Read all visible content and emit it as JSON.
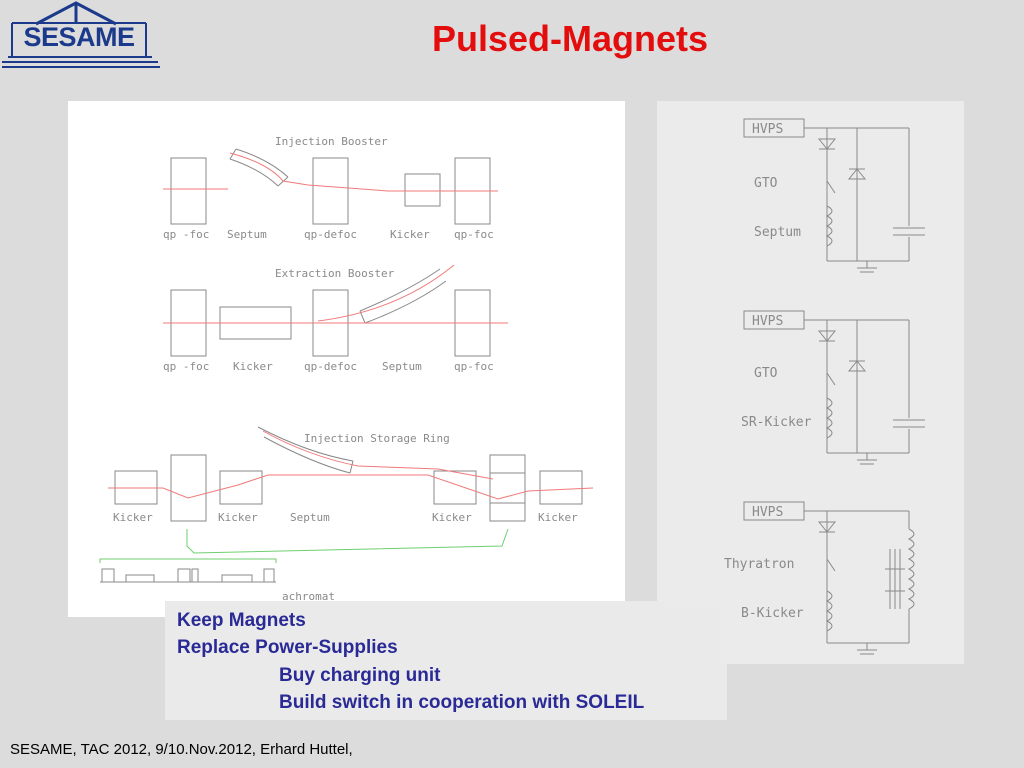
{
  "logo": {
    "text": "SESAME"
  },
  "title": "Pulsed-Magnets",
  "left_diagram": {
    "sections": [
      {
        "heading": "Injection Booster",
        "labels": [
          "qp -foc",
          "Septum",
          "qp-defoc",
          "Kicker",
          "qp-foc"
        ]
      },
      {
        "heading": "Extraction Booster",
        "labels": [
          "qp -foc",
          "Kicker",
          "qp-defoc",
          "Septum",
          "qp-foc"
        ]
      },
      {
        "heading": "Injection Storage Ring",
        "labels": [
          "Kicker",
          "Kicker",
          "Septum",
          "Kicker",
          "Kicker"
        ]
      }
    ],
    "achromat_label": "achromat"
  },
  "right_diagram": {
    "circuits": [
      {
        "supply": "HVPS",
        "switch": "GTO",
        "magnet": "Septum"
      },
      {
        "supply": "HVPS",
        "switch": "GTO",
        "magnet": "SR-Kicker"
      },
      {
        "supply": "HVPS",
        "switch": "Thyratron",
        "magnet": "B-Kicker"
      }
    ]
  },
  "notes": {
    "line1": "Keep Magnets",
    "line2": "Replace Power-Supplies",
    "line3": "Buy charging unit",
    "line4": "Build switch in cooperation with SOLEIL"
  },
  "footer": "SESAME, TAC 2012, 9/10.Nov.2012, Erhard Huttel,"
}
